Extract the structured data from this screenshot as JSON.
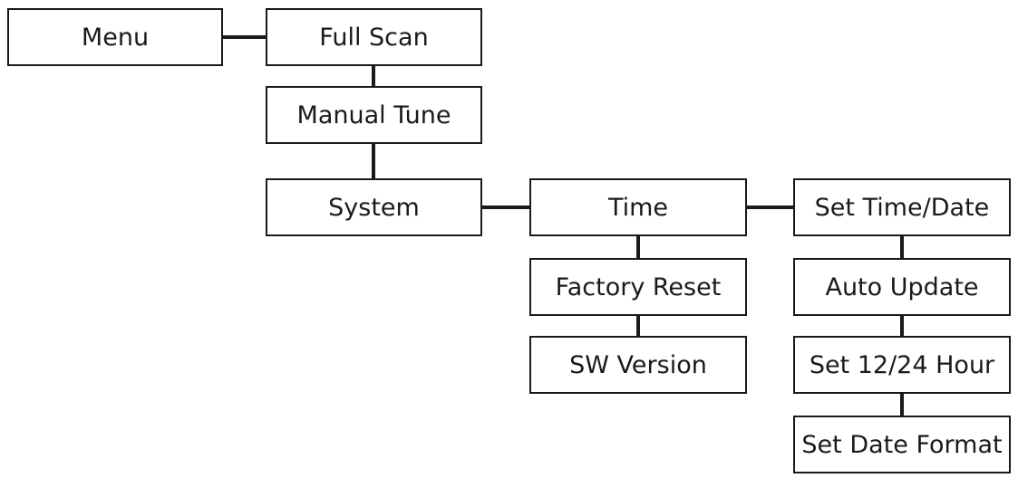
{
  "diagram": {
    "nodes": {
      "menu": "Menu",
      "full_scan": "Full Scan",
      "manual_tune": "Manual Tune",
      "system": "System",
      "time": "Time",
      "factory_reset": "Factory Reset",
      "sw_version": "SW Version",
      "set_time_date": "Set Time/Date",
      "auto_update": "Auto Update",
      "set_12_24_hour": "Set 12/24 Hour",
      "set_date_format": "Set Date Format"
    },
    "edges": [
      [
        "menu",
        "full_scan"
      ],
      [
        "full_scan",
        "manual_tune"
      ],
      [
        "manual_tune",
        "system"
      ],
      [
        "system",
        "time"
      ],
      [
        "time",
        "factory_reset"
      ],
      [
        "factory_reset",
        "sw_version"
      ],
      [
        "time",
        "set_time_date"
      ],
      [
        "set_time_date",
        "auto_update"
      ],
      [
        "auto_update",
        "set_12_24_hour"
      ],
      [
        "set_12_24_hour",
        "set_date_format"
      ]
    ],
    "colors": {
      "stroke": "#1a1a1a",
      "fill": "#ffffff"
    }
  }
}
